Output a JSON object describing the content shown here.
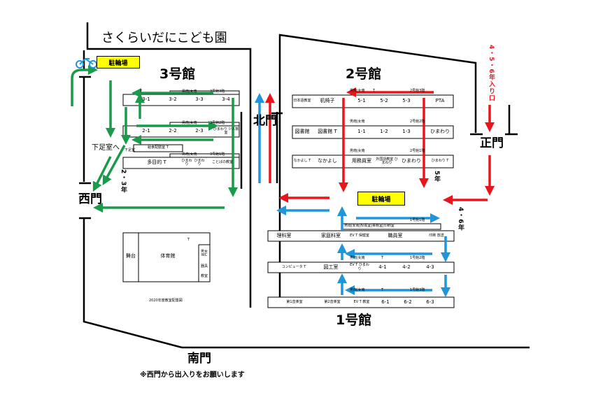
{
  "kindergarten": "さくらいだにこども園",
  "bike_parking_1": "駐輪場",
  "bike_parking_2": "駐輪場",
  "building3": {
    "name": "3号館",
    "floor3": {
      "label": "3号館3階",
      "toilet": "T",
      "wc": "男南|女南",
      "rooms": [
        "3-1",
        "3-2",
        "3-3",
        "3-4"
      ]
    },
    "floor2": {
      "label": "3号館2階",
      "toilet": "T",
      "wc": "男南|女南",
      "rooms": [
        "2-1",
        "2-2",
        "2-3",
        "ひまわり 少人数室"
      ],
      "note": "給食配膳室 T"
    },
    "floor1": {
      "label": "3号館1階",
      "toilet": "T",
      "wc": "男南|女南",
      "rooms": [
        "多目的 T",
        "ひまわり",
        "ひまわり",
        "ことばの教室"
      ],
      "note": "下足室"
    },
    "shoe_room": "下足室へ"
  },
  "building2": {
    "name": "2号館",
    "floor3": {
      "label": "2号館3階",
      "toilet": "T",
      "wc": "男南|女南",
      "rooms": [
        "日本語教室",
        "机椅子",
        "5-1",
        "5-2",
        "5-3",
        "PTA"
      ]
    },
    "floor2": {
      "label": "2号館2階",
      "toilet": "T",
      "wc": "男南|女南",
      "rooms": [
        "図書館",
        "図書館 T",
        "1-1",
        "1-2",
        "1-3",
        "ひまわり"
      ]
    },
    "floor1": {
      "label": "2号館1階",
      "toilet": "T",
      "wc": "男南|女南",
      "rooms": [
        "なかよし T",
        "なかよし",
        "用務員室",
        "外国語教室 ひまわり",
        "ひまわり",
        "ひまわり T"
      ]
    }
  },
  "building1": {
    "name": "1号館",
    "floor1": {
      "label": "1号館1階",
      "wc": "男南|女南|校長室|事務室|印刷室",
      "rooms": [
        "理科室",
        "家庭科室",
        "EV T 保健室",
        "職員室",
        "印刷 放送"
      ]
    },
    "floor2": {
      "label": "1号館2階",
      "toilet": "T",
      "wc": "男南|女南",
      "rooms": [
        "コンピュータ T",
        "図工室",
        "EV T ひまわり",
        "4-1",
        "4-2",
        "4-3"
      ]
    },
    "floor3": {
      "label": "1号館3階",
      "toilet": "T",
      "wc": "男南|女南",
      "rooms": [
        "第1音楽室",
        "第2音楽室",
        "EV T 教室",
        "6-1",
        "6-2",
        "6-3"
      ]
    }
  },
  "gym": {
    "name": "体育館",
    "stage": "舞台",
    "toilet": "T",
    "side": [
      "男女WC",
      "器具",
      "教室"
    ]
  },
  "caption": "2020年度教室配置図",
  "gates": {
    "north": "北門",
    "west": "西門",
    "main": "正門",
    "south": "南門"
  },
  "grades": {
    "g23": "2・3年",
    "g46": "4・6年",
    "g5": "5年",
    "entry": "4・5・6年入り口"
  },
  "notice": "※西門から出入りをお願いします",
  "colors": {
    "green": "#1a9a4a",
    "red": "#e8161b",
    "blue": "#1f96dc",
    "yellow": "#ffff00"
  }
}
